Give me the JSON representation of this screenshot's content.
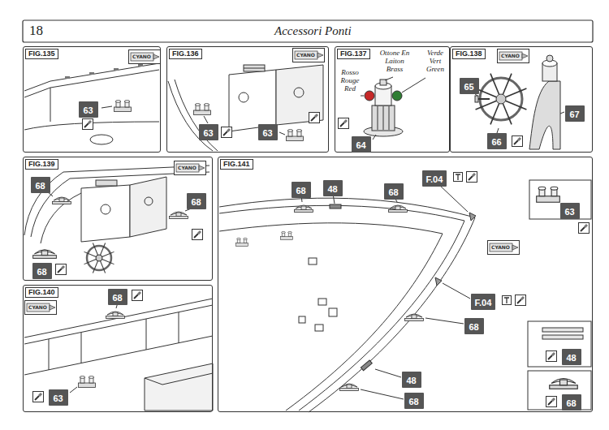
{
  "diagram": {
    "title": "Accessori Ponti",
    "nodes": [
      {
        "text": [
          "FIG.135"
        ]
      },
      {
        "text": [
          "63"
        ],
        "in": 0
      },
      {
        "text": [
          "FIG.136"
        ]
      },
      {
        "text": [
          "63"
        ],
        "in": 2
      },
      {
        "text": [
          "63"
        ],
        "in": 2
      },
      {
        "text": [
          "FIG.137"
        ]
      },
      {
        "text": [
          "64"
        ],
        "in": 5
      },
      {
        "text": [
          "FIG.138"
        ]
      },
      {
        "text": [
          "65"
        ],
        "in": 7
      },
      {
        "text": [
          "66"
        ],
        "in": 7
      },
      {
        "text": [
          "67"
        ],
        "in": 7
      },
      {
        "text": [
          "FIG.139"
        ]
      },
      {
        "text": [
          "68"
        ],
        "in": 11
      },
      {
        "text": [
          "68"
        ],
        "in": 11
      },
      {
        "text": [
          "68"
        ],
        "in": 11
      },
      {
        "text": [
          "FIG.140"
        ]
      },
      {
        "text": [
          "68"
        ],
        "in": 15
      },
      {
        "text": [
          "63"
        ],
        "in": 15
      },
      {
        "text": [
          "FIG.141"
        ]
      },
      {
        "text": [
          "68"
        ],
        "in": 18
      },
      {
        "text": [
          "48"
        ],
        "in": 18
      },
      {
        "text": [
          "68"
        ],
        "in": 18
      },
      {
        "text": [
          "F.04"
        ],
        "in": 18
      },
      {
        "text": [
          "63"
        ],
        "in": 18
      },
      {
        "text": [
          "F.04"
        ],
        "in": 18
      },
      {
        "text": [
          "68"
        ],
        "in": 18
      },
      {
        "text": [
          "48"
        ],
        "in": 18
      },
      {
        "text": [
          "68"
        ],
        "in": 18
      },
      {
        "text": [
          "48"
        ],
        "in": 18
      },
      {
        "text": [
          "68"
        ],
        "in": 18
      }
    ],
    "labels": [
      "18",
      "Rosso Rouge Red",
      "Ottone En Laiton Brass",
      "Verde Vert Green",
      "CYANO",
      "CYANO",
      "CYANO",
      "CYANO",
      "CYANO",
      "CYANO"
    ]
  }
}
